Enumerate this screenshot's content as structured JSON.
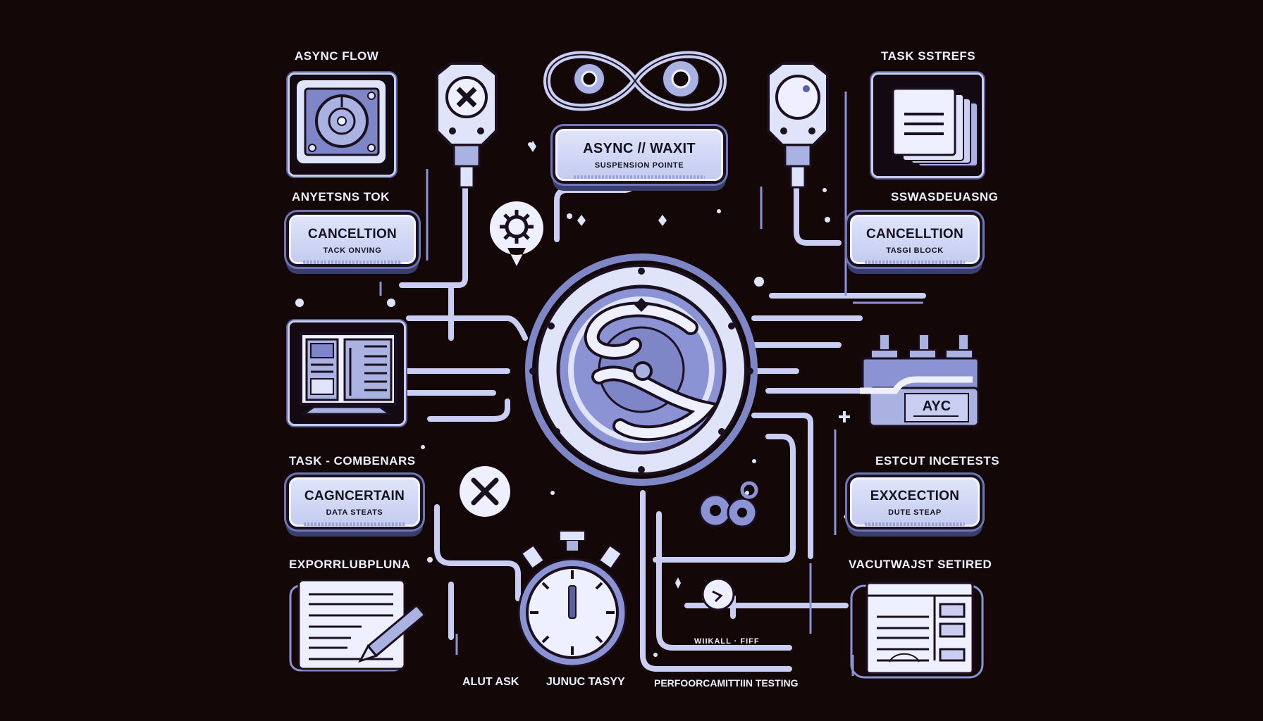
{
  "colors": {
    "background": "#130807",
    "accent_light": "#dfe4fa",
    "accent_mid": "#8c93d4",
    "accent_dark": "#5b6199",
    "text_light": "#eef0ff",
    "text_dark": "#15121f"
  },
  "header": {
    "center_card": {
      "title": "ASYNC // WAXIT",
      "subtitle": "SUSPENSION POINTE"
    }
  },
  "left_column": {
    "top_label": "ASYNC FLOW",
    "icons": {
      "top": "speaker-dial-icon",
      "middle": "monitor-code-icon",
      "bottom": "document-pencil-icon"
    },
    "label_2": "ANYETSNS TOK",
    "card_1": {
      "title": "CANCELTION",
      "subtitle": "TACK ONVING"
    },
    "label_3": "TASK - COMBENARS",
    "card_2": {
      "title": "CAGNCERTAIN",
      "subtitle": "DATA STEATS"
    },
    "label_4": "EXPORRLUBPLUNA"
  },
  "right_column": {
    "top_label": "TASK SSTREFS",
    "icons": {
      "top": "stacked-documents-icon",
      "middle": "server-rack-icon",
      "bottom": "window-form-icon"
    },
    "server_label": "AYC",
    "label_2": "SSWASDEUASNG",
    "card_1": {
      "title": "CANCELLTION",
      "subtitle": "TASGI BLOCK"
    },
    "label_3": "ESTCUT INCETESTS",
    "card_2": {
      "title": "EXXCECTION",
      "subtitle": "DUTE STEAP"
    },
    "label_4": "VACUTWAJST SETIRED"
  },
  "center": {
    "hub": "async-swirl-hub-icon",
    "infinity": "infinity-gears-icon",
    "stopwatch": "stopwatch-icon",
    "pipe_label": "WIIKALL · FIFF"
  },
  "bottom_labels": [
    "ALUT ASK",
    "JUNUC TASYY",
    "PERFOORCAMITTIIN TESTING"
  ]
}
